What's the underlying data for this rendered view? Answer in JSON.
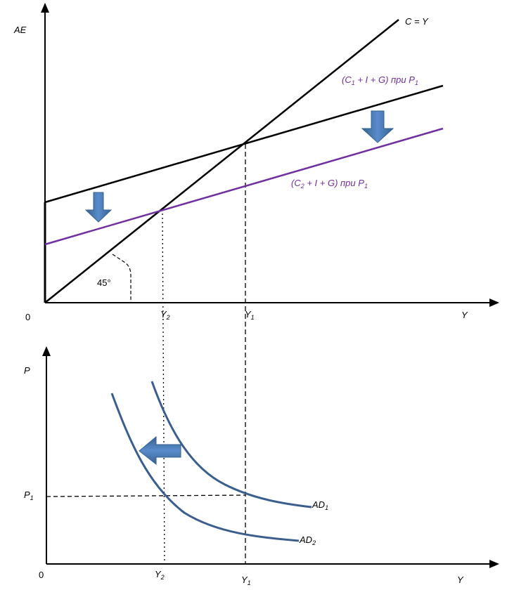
{
  "colors": {
    "axis": "#000000",
    "c_line": "#000000",
    "ae1_line": "#000000",
    "ae2_line": "#7030a0",
    "ad_curves": "#3a5f8f",
    "shift_arrow": "#4a78b5",
    "shift_arrow_edge": "#36618f"
  },
  "top_panel": {
    "y_axis_label": "AE",
    "x_axis_label": "Y",
    "origin_label": "0",
    "angle_label": "45°",
    "lines": {
      "c_equals_y": "C = Y",
      "ae1": {
        "prefix": "(C",
        "sub": "1",
        "middle": " + I + G) при P",
        "sub2": "1"
      },
      "ae2": {
        "prefix": "(C",
        "sub": "2",
        "middle": " + I + G) при P",
        "sub2": "1"
      }
    },
    "x_ticks": [
      {
        "main": "Y",
        "sub": "2"
      },
      {
        "main": "Y",
        "sub": "1"
      }
    ]
  },
  "bottom_panel": {
    "y_axis_label": "P",
    "x_axis_label": "Y",
    "origin_label": "0",
    "price_level": {
      "main": "P",
      "sub": "1"
    },
    "curves": [
      {
        "main": "AD",
        "sub": "1"
      },
      {
        "main": "AD",
        "sub": "2"
      }
    ],
    "x_ticks": [
      {
        "main": "Y",
        "sub": "2"
      },
      {
        "main": "Y",
        "sub": "1"
      }
    ]
  }
}
